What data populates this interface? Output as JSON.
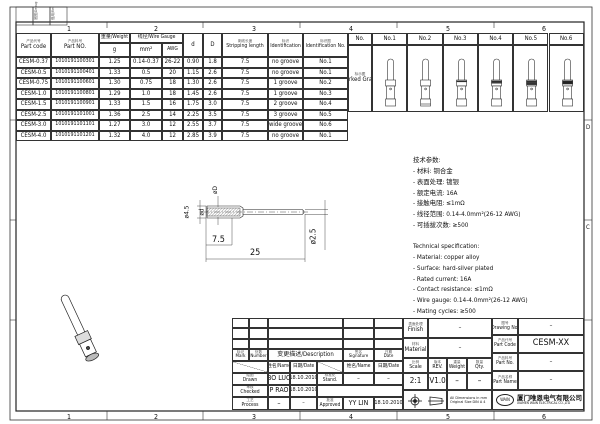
{
  "frame": {
    "zones": [
      "1",
      "2",
      "3",
      "4",
      "5",
      "6"
    ],
    "side_letters": [
      "D",
      "C"
    ],
    "margin_labels": [
      "底图/Debug",
      "借用/Ref"
    ]
  },
  "parts_table": {
    "headers": {
      "part_code_cn": "产品代号",
      "part_code": "Part code",
      "part_no_cn": "产品料号",
      "part_no": "Part NO.",
      "weight": "重量/Weight",
      "weight_unit": "g",
      "wire_gauge": "线径/Wire Gauge",
      "mm2": "mm²",
      "awg": "AWG",
      "d": "d",
      "D": "D",
      "stripping_cn": "剥线长度",
      "stripping": "Stripping length",
      "ident_cn": "标识",
      "ident": "Identification",
      "ident_no_cn": "标识图",
      "ident_no": "Identification No."
    },
    "rows": [
      [
        "CESM-0.37",
        "1010191100301",
        "1.25",
        "0.14-0.37",
        "26-22",
        "0.90",
        "1.8",
        "7.5",
        "no groove",
        "No.1"
      ],
      [
        "CESM-0.5",
        "1010191100401",
        "1.33",
        "0.5",
        "20",
        "1.15",
        "2.6",
        "7.5",
        "no groove",
        "No.1"
      ],
      [
        "CESM-0.75",
        "1010191100601",
        "1.30",
        "0.75",
        "18",
        "1.30",
        "2.6",
        "7.5",
        "1 groove",
        "No.2"
      ],
      [
        "CESM-1.0",
        "1010191100801",
        "1.29",
        "1.0",
        "18",
        "1.45",
        "2.6",
        "7.5",
        "1 groove",
        "No.3"
      ],
      [
        "CESM-1.5",
        "1010191100901",
        "1.33",
        "1.5",
        "16",
        "1.75",
        "3.0",
        "7.5",
        "2 groove",
        "No.4"
      ],
      [
        "CESM-2.5",
        "1010191101001",
        "1.36",
        "2.5",
        "14",
        "2.25",
        "3.5",
        "7.5",
        "3 groove",
        "No.5"
      ],
      [
        "CESM-3.0",
        "1010191101101",
        "1.27",
        "3.0",
        "12",
        "2.55",
        "3.7",
        "7.5",
        "wide groove",
        "No.6"
      ],
      [
        "CESM-4.0",
        "1010191101201",
        "1.32",
        "4.0",
        "12",
        "2.85",
        "3.9",
        "7.5",
        "no groove",
        "No.1"
      ]
    ]
  },
  "marked_table": {
    "no_label": "No.",
    "graph_cn": "标示图",
    "graph": "Marked Graph",
    "columns": [
      "No.1",
      "No.2",
      "No.3",
      "No.4",
      "No.5",
      "No.6"
    ]
  },
  "drawing": {
    "dims": {
      "D": "øD",
      "outer": "ø4.5",
      "d": "ød",
      "strip": "7.5",
      "length": "25",
      "pin": "ø2.5"
    }
  },
  "specs": {
    "cn_title": "技术参数:",
    "cn": [
      "- 材料: 铜合金",
      "- 表面处理: 镀银",
      "- 额定电流: 16A",
      "- 接触电阻: ≤1mΩ",
      "- 线径范围: 0.14-4.0mm²(26-12 AWG)",
      "- 可插拔次数: ≥500"
    ],
    "en_title": "Technical specification:",
    "en": [
      "- Material: copper alloy",
      "- Surface: hard-silver plated",
      "- Rated current: 16A",
      "- Contact resistance: ≤1mΩ",
      "- Wire gauge: 0.14-4.0mm²(26-12 AWG)",
      "- Mating cycles: ≥500"
    ]
  },
  "title_block": {
    "mark_cn": "标记",
    "mark": "Mark",
    "number_cn": "处数",
    "number": "Number",
    "description": "变更描述/Description",
    "signature_cn": "签名",
    "signature": "Signature",
    "date_cn": "日期",
    "date": "Date",
    "name_hdr": "姓名/Name",
    "date_hdr": "日期/Date",
    "drawn_cn": "绘图",
    "drawn": "Drawn",
    "drawn_name": "BO LUO",
    "drawn_date": "18.10.2010",
    "checked_cn": "审核",
    "checked": "Checked",
    "checked_name": "P RAO",
    "checked_date": "18.10.2010",
    "process_cn": "工艺",
    "process": "Process",
    "process_name": "–",
    "process_date": "–",
    "stand_cn": "标准化",
    "stand": "Stand.",
    "stand_name": "–",
    "stand_date": "–",
    "approved_cn": "批准",
    "approved": "Approved",
    "approved_name": "YY LIN",
    "approved_date": "18.10.2010",
    "finish_cn": "表面处理",
    "finish": "Finish",
    "finish_value": "–",
    "material_cn": "材料",
    "material": "Material",
    "material_value": "–",
    "scale_cn": "比例",
    "scale": "Scale",
    "scale_value": "2:1",
    "rev_cn": "版本",
    "rev": "REV.",
    "rev_value": "V1.0",
    "weight_cn": "重量",
    "weight": "Weight",
    "weight_value": "–",
    "qty_cn": "数量",
    "qty": "Qty.",
    "qty_value": "–",
    "dims_note": "All Dimensions in mm",
    "orig_note": "Original Size DIN A 4",
    "drawing_no_cn": "图号",
    "drawing_no": "Drawing No.",
    "drawing_no_value": "–",
    "part_code_cn": "产品代号",
    "part_code": "Part Code",
    "part_code_value": "CESM-XX",
    "part_no_cn": "产品料号",
    "part_no": "Part No.",
    "part_no_value": "–",
    "part_name_cn": "产品名称",
    "part_name": "Part Name",
    "part_name_value": "–",
    "company_cn": "厦门唯恩电气有限公司",
    "company": "XIAMEN WAIN ELECTRICAL CO.,LTD",
    "logo": "WAIN"
  }
}
